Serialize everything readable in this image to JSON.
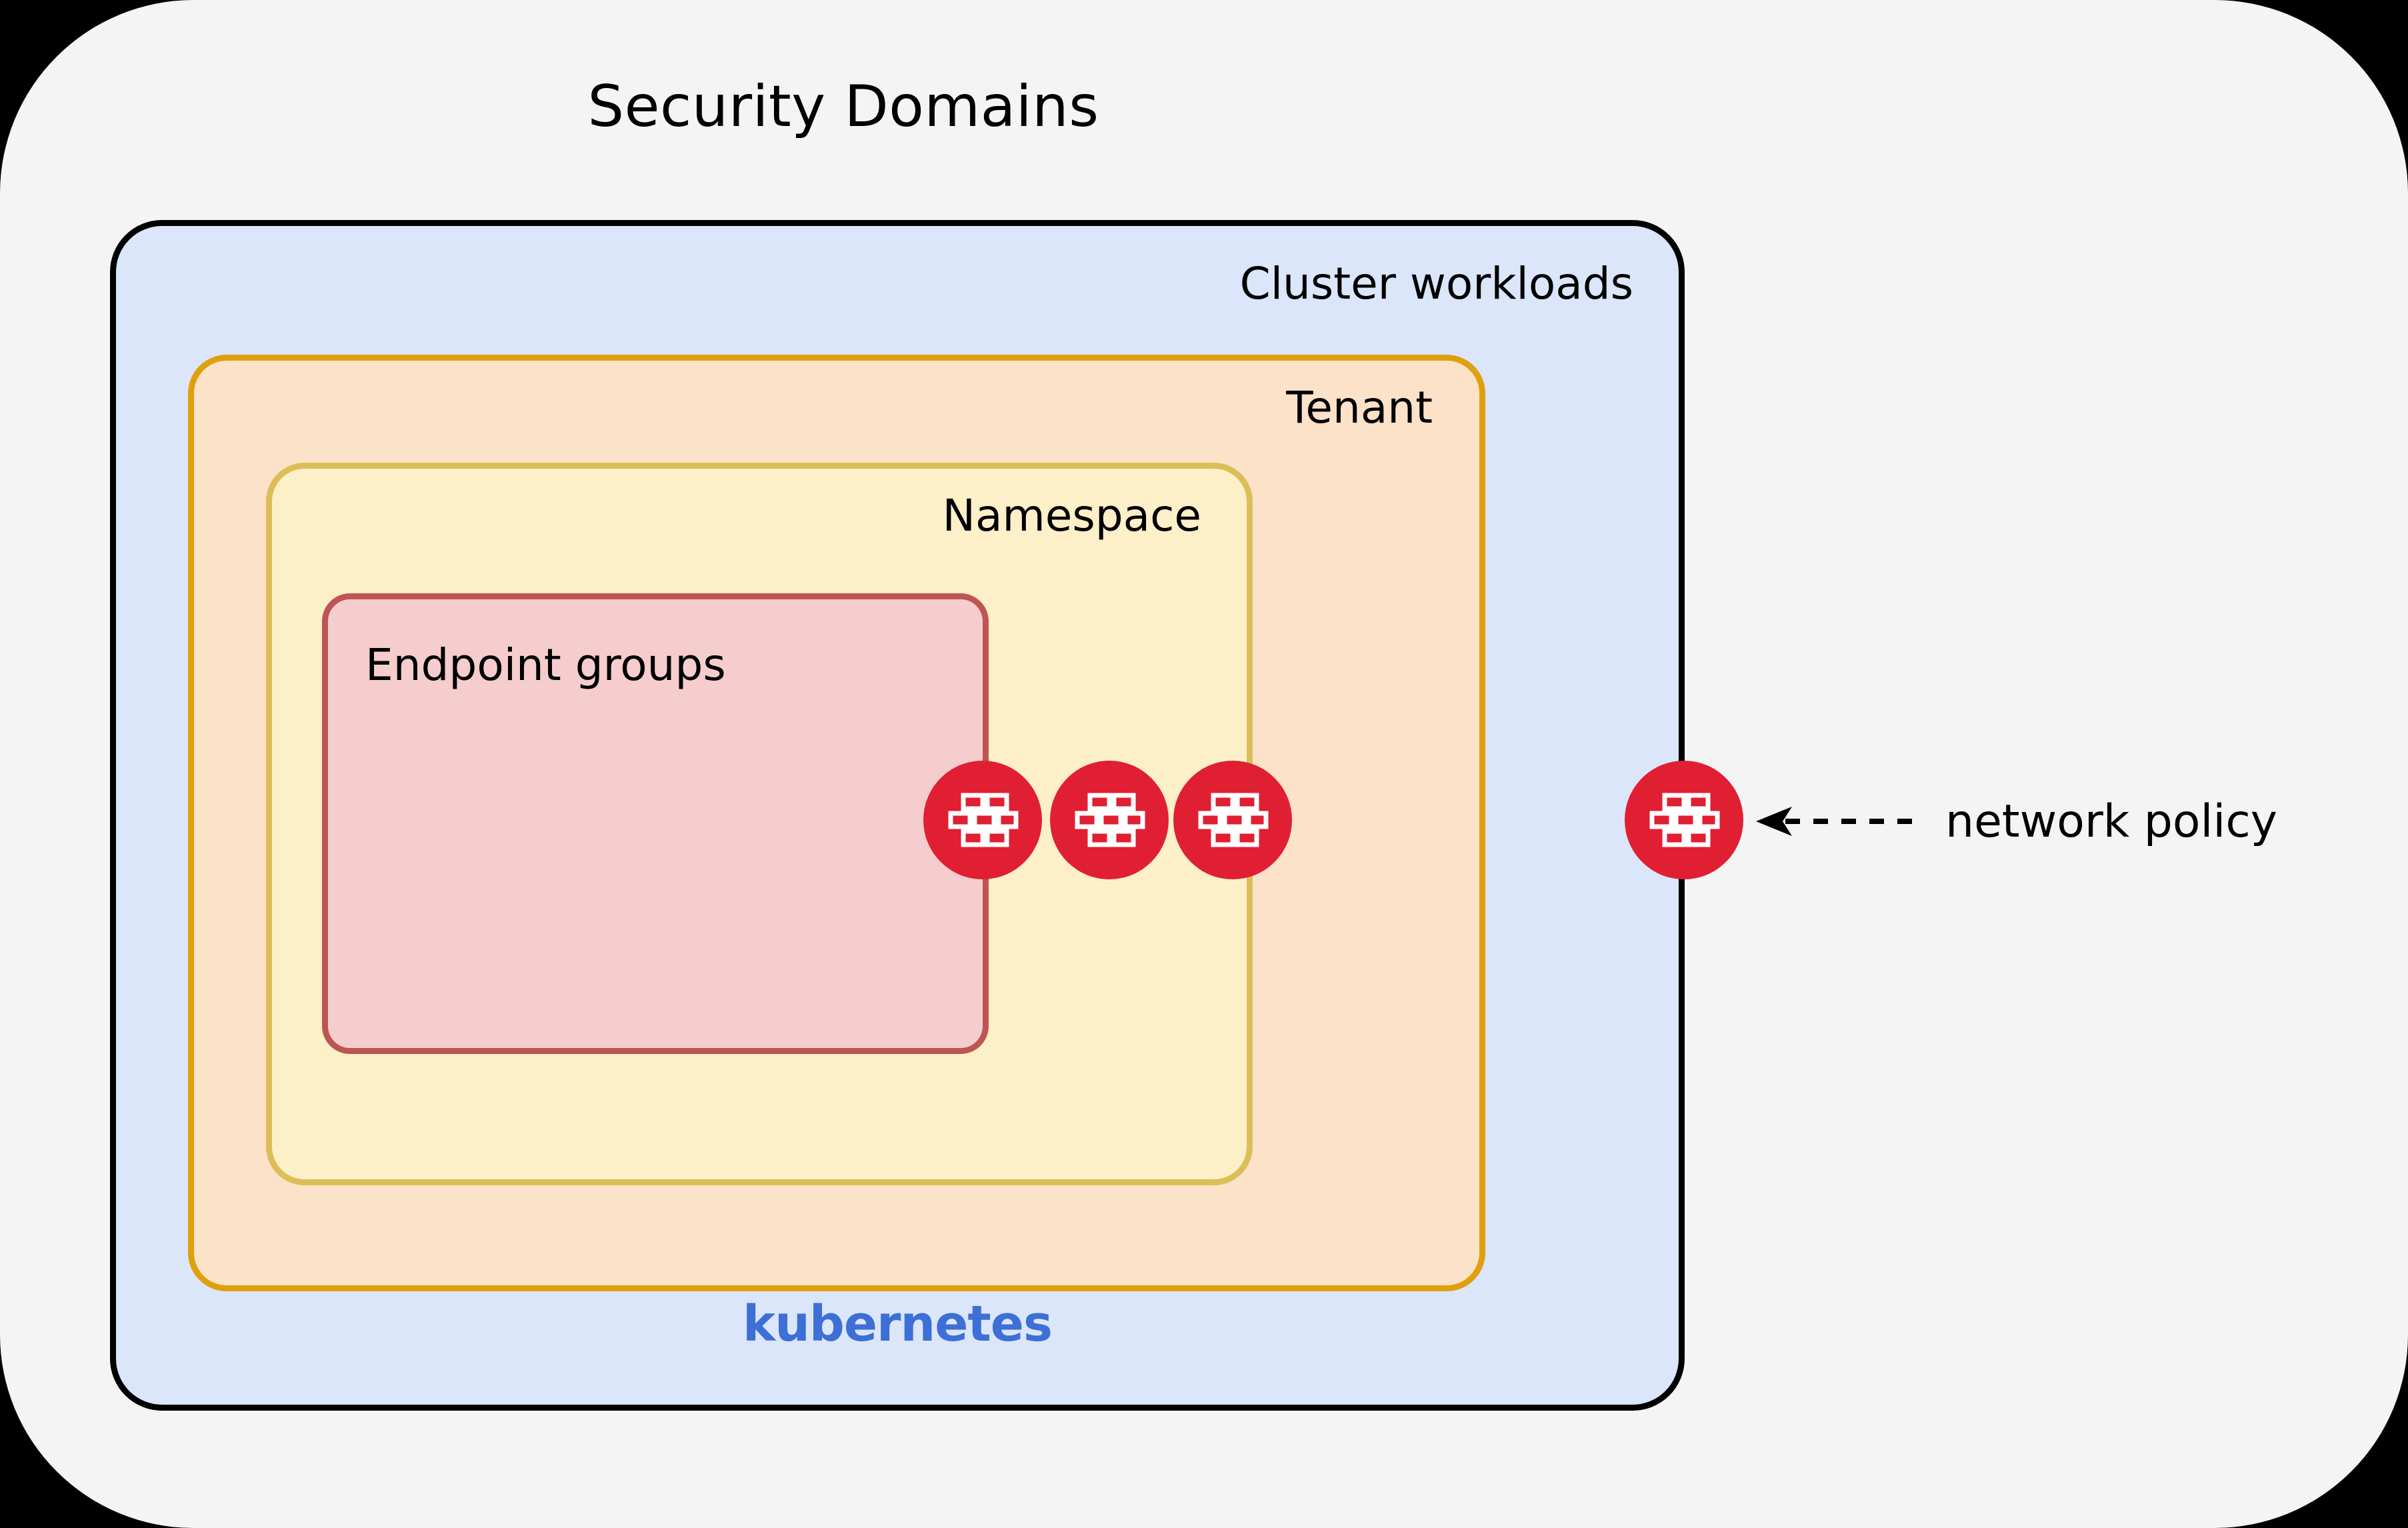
{
  "diagram": {
    "title": "Security Domains",
    "boxes": [
      {
        "id": "cluster",
        "label": "Cluster workloads",
        "fill": "#dbe6fa",
        "border": "#000000"
      },
      {
        "id": "tenant",
        "label": "Tenant",
        "fill": "#fce2c8",
        "border": "#dfa00e"
      },
      {
        "id": "namespace",
        "label": "Namespace",
        "fill": "#fdf0c8",
        "border": "#dcbe57"
      },
      {
        "id": "endpoints",
        "label": "Endpoint groups",
        "fill": "#f5cdcd",
        "border": "#bc5554"
      }
    ],
    "platform_label": "kubernetes",
    "platform_color": "#3d6fd6",
    "annotation": {
      "label": "network policy",
      "arrow": "dashed-arrow-left-icon"
    },
    "policy_nodes": [
      {
        "icon": "firewall-icon",
        "on_boundary": "endpoint-groups"
      },
      {
        "icon": "firewall-icon",
        "on_boundary": "namespace"
      },
      {
        "icon": "firewall-icon",
        "on_boundary": "tenant"
      },
      {
        "icon": "firewall-icon",
        "on_boundary": "cluster-workloads"
      }
    ],
    "node_color": "#e01f33",
    "canvas_bg": "#f4f4f4",
    "page_bg": "#000000"
  }
}
